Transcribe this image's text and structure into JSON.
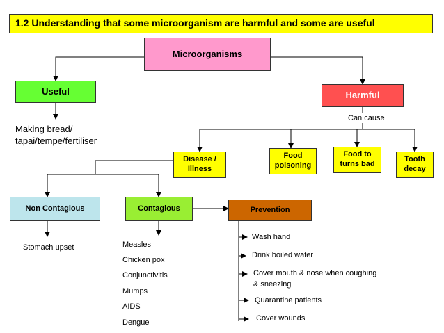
{
  "title": "1.2 Understanding that some microorganism are harmful and some are useful",
  "root": "Microorganisms",
  "useful": {
    "label": "Useful",
    "examples_line1": "Making bread/",
    "examples_line2": "tapai/tempe/fertiliser"
  },
  "harmful": {
    "label": "Harmful",
    "can_cause": "Can cause",
    "effects": [
      {
        "line1": "Disease /",
        "line2": "Illness"
      },
      {
        "line1": "Food",
        "line2": "poisoning"
      },
      {
        "line1": "Food to",
        "line2": "turns bad"
      },
      {
        "line1": "Tooth",
        "line2": "decay"
      }
    ]
  },
  "disease": {
    "non_contagious": {
      "label": "Non Contagious",
      "examples": [
        "Stomach upset"
      ]
    },
    "contagious": {
      "label": "Contagious",
      "examples": [
        "Measles",
        "Chicken pox",
        "Conjunctivitis",
        "Mumps",
        "AIDS",
        "Dengue"
      ]
    },
    "prevention": {
      "label": "Prevention",
      "items": [
        "Wash hand",
        "Drink boiled water",
        "Cover mouth & nose when coughing",
        "& sneezing",
        "Quarantine patients",
        "Cover wounds"
      ]
    }
  },
  "colors": {
    "title_bg": "#ffff00",
    "root_bg": "#ff99cc",
    "useful_bg": "#66ff33",
    "harmful_bg": "#ff5050",
    "effect_bg": "#ffff00",
    "non_contagious_bg": "#bde5ec",
    "contagious_bg": "#99ee33",
    "prevention_bg": "#cc6600"
  }
}
